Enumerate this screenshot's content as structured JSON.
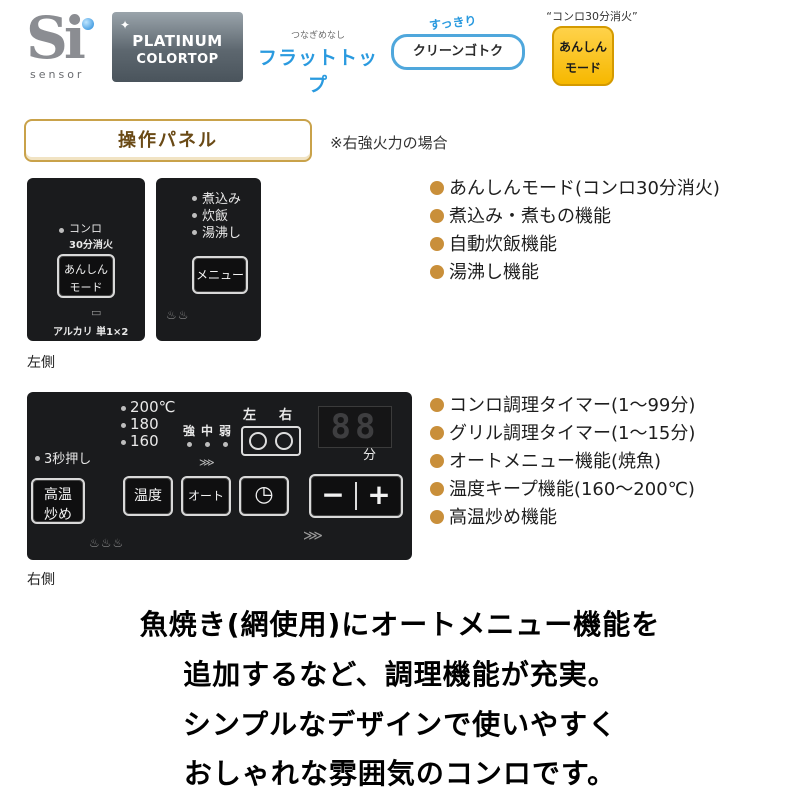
{
  "logos": {
    "si": {
      "big": "Si",
      "small": "sensor"
    },
    "platinum": {
      "line1": "PLATINUM",
      "line2": "COLORTOP"
    },
    "flat_top": {
      "caption": "つなぎめなし",
      "label": "フラットトップ"
    },
    "clean_gotoku": {
      "caption": "すっきり",
      "label": "クリーンゴトク"
    },
    "anshin": {
      "caption": "“コンロ30分消火”",
      "line1": "あんしん",
      "line2": "モード"
    }
  },
  "section": {
    "title": "操作パネル",
    "note": "※右強火力の場合"
  },
  "panel_left": {
    "caption": "左側",
    "konro": "コンロ",
    "auto_off": "30分消火",
    "anshin_button": {
      "line1": "あんしん",
      "line2": "モード"
    },
    "battery": "アルカリ 単1×2",
    "menu_items": [
      "煮込み",
      "炊飯",
      "湯沸し"
    ],
    "menu_button": "メニュー"
  },
  "panel_right": {
    "caption": "右側",
    "temps": [
      "200℃",
      "180",
      "160"
    ],
    "strength": [
      "強",
      "中",
      "弱"
    ],
    "side_labels": [
      "左",
      "右"
    ],
    "press_3sec": "3秒押し",
    "high_temp_button": {
      "line1": "高温",
      "line2": "炒め"
    },
    "temp_button": "温度",
    "auto_button": "オート",
    "minus": "−",
    "plus": "+",
    "timer_display": "88",
    "minutes_unit": "分"
  },
  "features_left": [
    "あんしんモード(コンロ30分消火)",
    "煮込み・煮もの機能",
    "自動炊飯機能",
    "湯沸し機能"
  ],
  "features_right": [
    "コンロ調理タイマー(1〜99分)",
    "グリル調理タイマー(1〜15分)",
    "オートメニュー機能(焼魚)",
    "温度キープ機能(160〜200℃)",
    "高温炒め機能"
  ],
  "message": [
    "魚焼き(網使用)にオートメニュー機能を",
    "追加するなど、調理機能が充実。",
    "シンプルなデザインで使いやすく",
    "おしゃれな雰囲気のコンロです。"
  ],
  "colors": {
    "bullet": "#c98f3a",
    "heading_border": "#c9a24a",
    "panel": "#1a1b1d",
    "accent_blue": "#2a9adf"
  }
}
